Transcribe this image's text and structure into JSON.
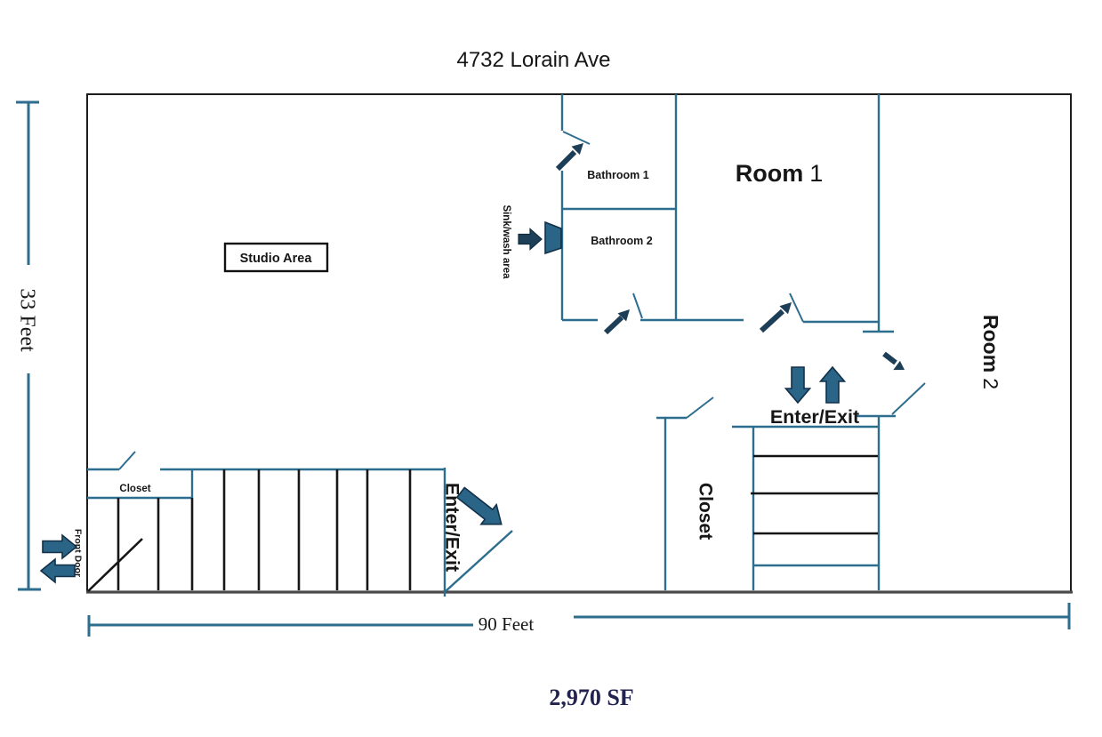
{
  "title": "4732 Lorain Ave",
  "dimensions": {
    "height_label": "33 Feet",
    "width_label": "90 Feet",
    "area_label": "2,970 SF"
  },
  "rooms": {
    "studio": "Studio Area",
    "bathroom1": "Bathroom 1",
    "bathroom2": "Bathroom 2",
    "room1_word": "Room",
    "room1_num": "1",
    "room2_word": "Room",
    "room2_num": "2",
    "closet_left": "Closet",
    "closet_right": "Closet",
    "sink_area": "Sink/wash area"
  },
  "doors": {
    "enter_exit_left": "Enter/Exit",
    "enter_exit_right": "Enter/Exit",
    "front_door": "Front Door"
  },
  "icons": {
    "front_door_arrows": "in-out-arrows",
    "rear_door_arrows": "up-down-arrows",
    "door_swing_arrows": "direction-arrow",
    "sink_symbol": "sink-trapezoid"
  },
  "colors": {
    "wall_teal": "#2d6d8e",
    "arrow_fill": "#2a6486",
    "arrow_dark": "#1d3e57",
    "outline_black": "#1c1c1c",
    "bottom_wall_gray": "#4a4a4a",
    "area_text_navy": "#232350"
  }
}
